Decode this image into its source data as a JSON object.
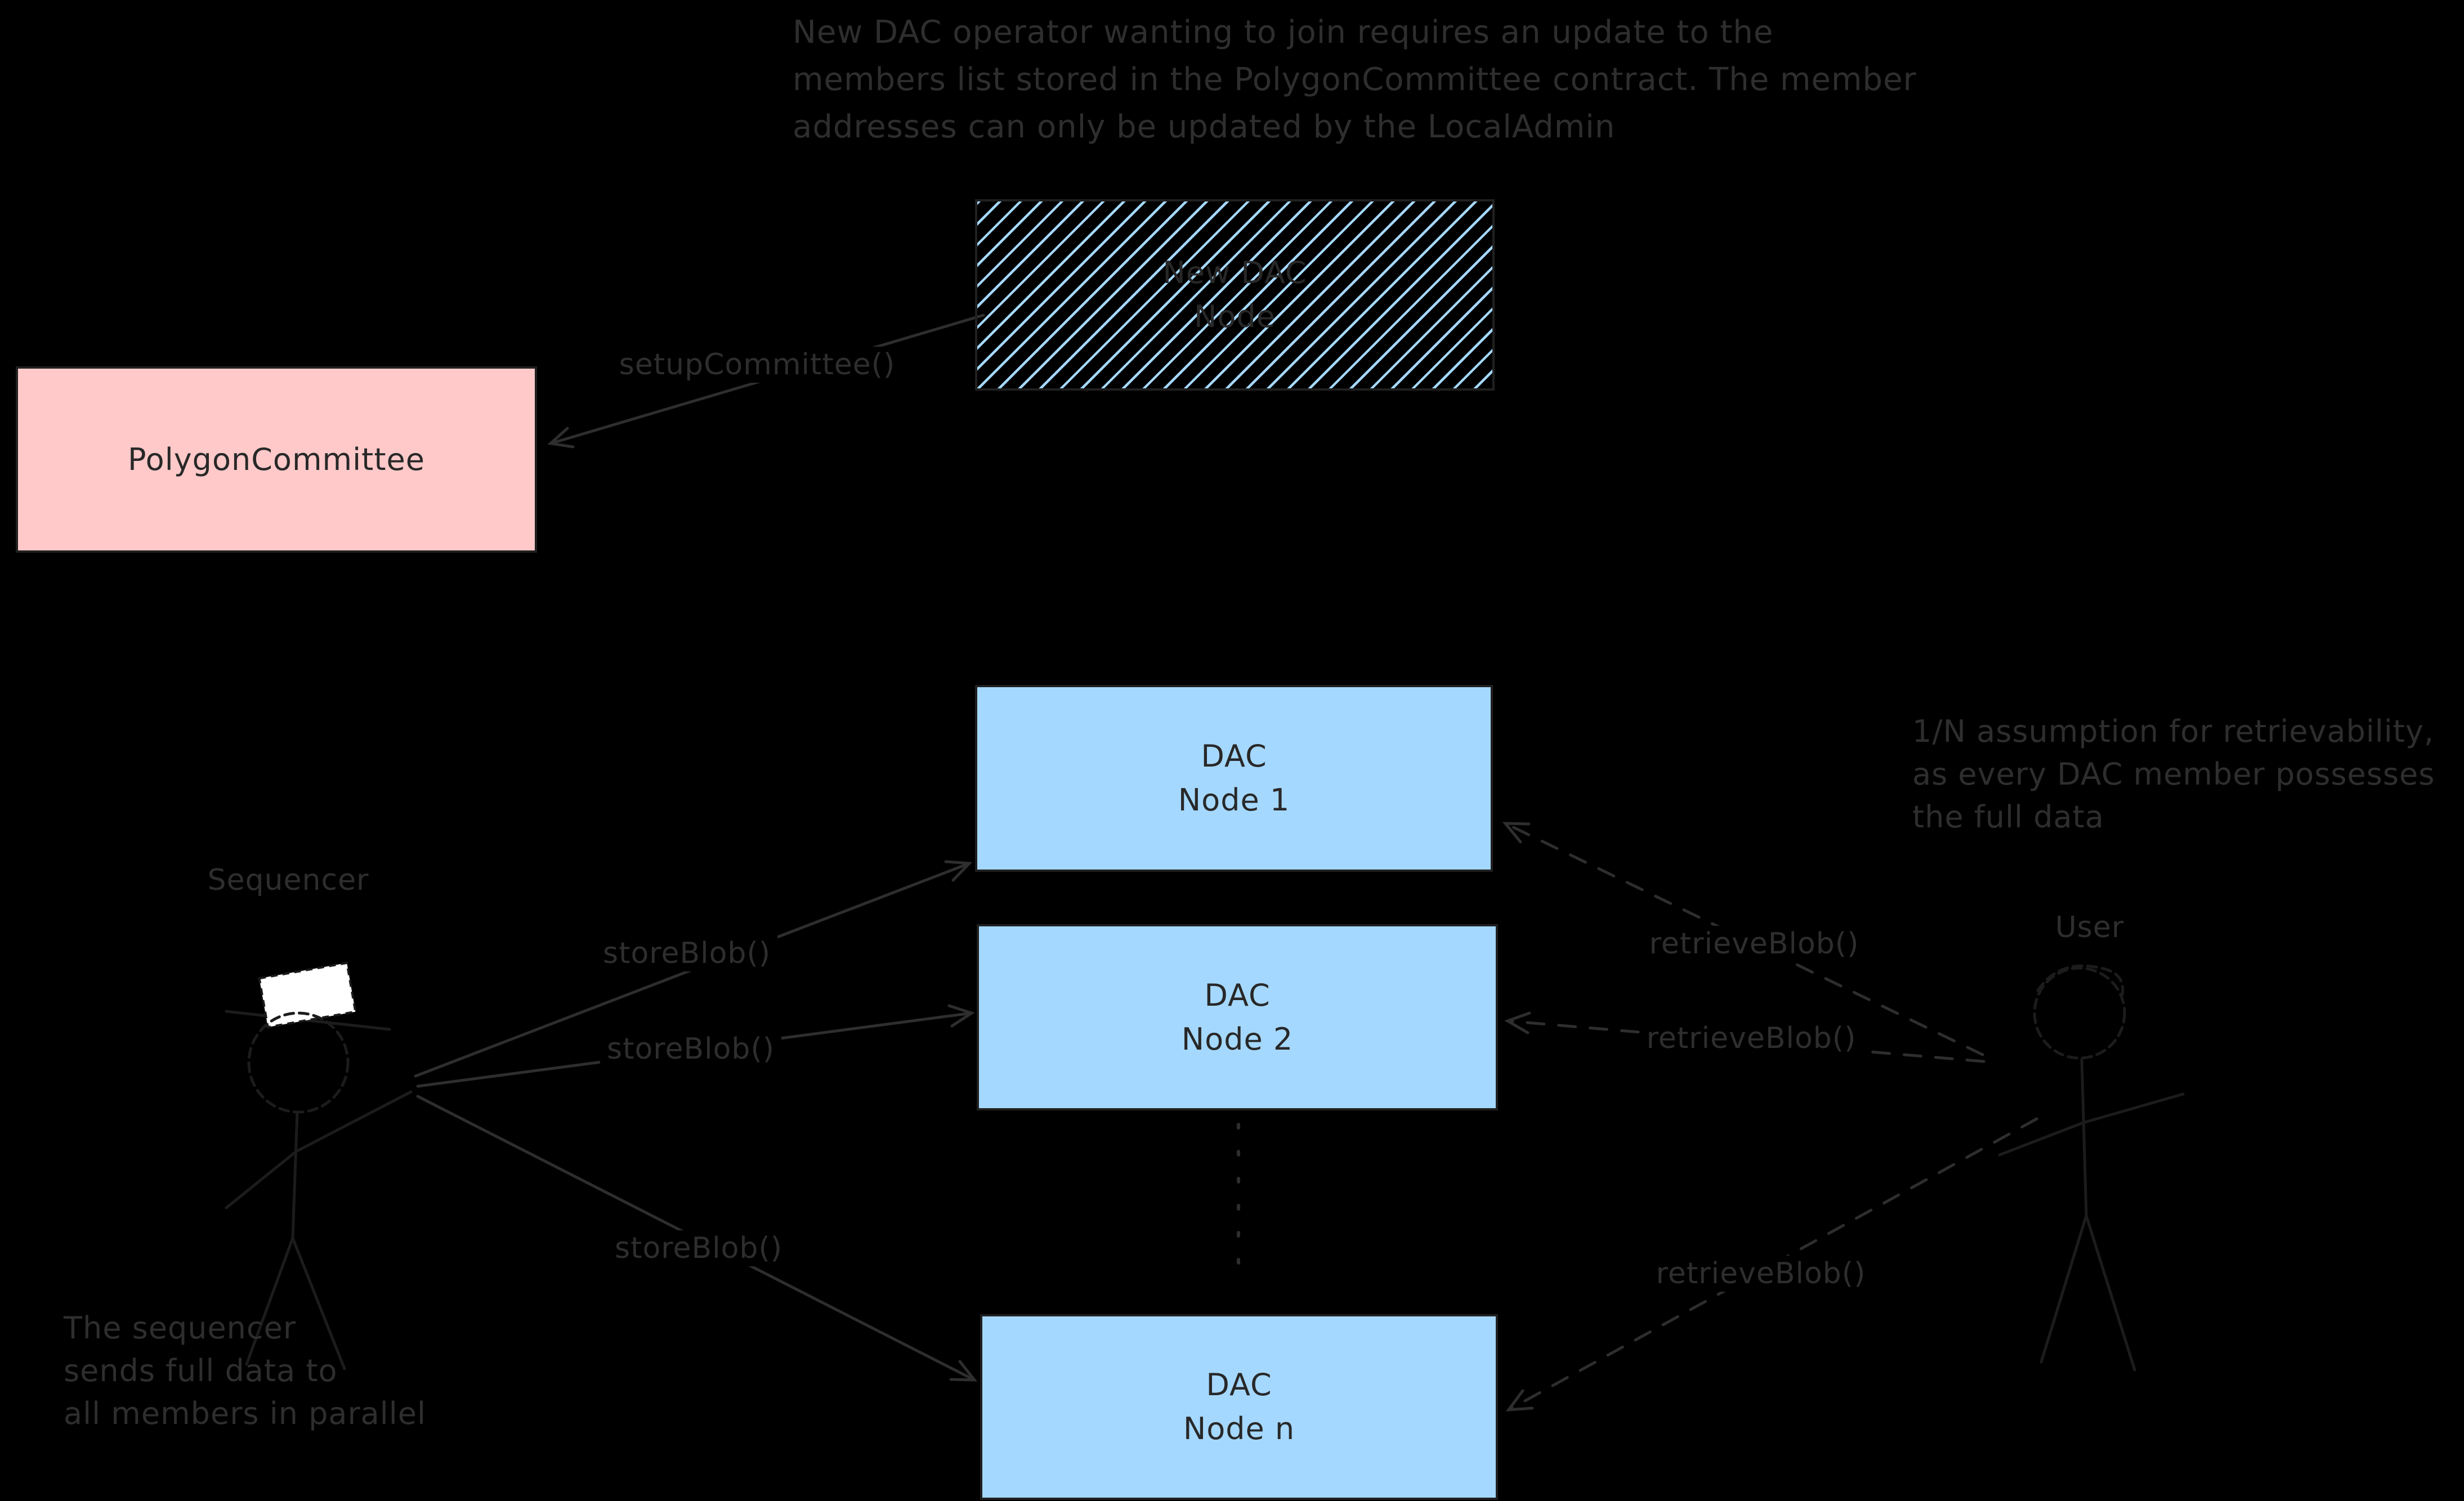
{
  "canvas": {
    "background": "#000000",
    "stroke_color": "#2e2e2e",
    "figure_stroke_color": "#1c1c1c",
    "box_border_color": "#202020",
    "blue_fill": "#a5d8ff",
    "pink_fill": "#ffc9c9",
    "laptop_fill": "#ffffff"
  },
  "annotations": {
    "top": "New DAC operator wanting to join requires an update to the\nmembers list stored in the PolygonCommittee contract. The member\naddresses can only be updated by the LocalAdmin",
    "right": "1/N assumption for retrievability,\nas every DAC member possesses\nthe full data",
    "bottom_left": "The sequencer\nsends full data to\nall members in parallel"
  },
  "nodes": {
    "new_dac_node": {
      "label": "New DAC\nNode",
      "fill": "hachure-light-blue"
    },
    "polygon_committee": {
      "label": "PolygonCommittee",
      "fill": "#ffc9c9"
    },
    "dac_node_1": {
      "label": "DAC\nNode 1",
      "fill": "#a5d8ff"
    },
    "dac_node_2": {
      "label": "DAC\nNode 2",
      "fill": "#a5d8ff"
    },
    "dac_node_n": {
      "label": "DAC\nNode n",
      "fill": "#a5d8ff"
    }
  },
  "actors": {
    "sequencer": {
      "label": "Sequencer"
    },
    "user": {
      "label": "User"
    }
  },
  "edges": {
    "setup_committee": {
      "label": "setupCommittee()",
      "style": "solid-arrow",
      "from": "new-dac-node",
      "to": "polygon-committee"
    },
    "store_blob_1": {
      "label": "storeBlob()",
      "style": "solid-arrow",
      "from": "sequencer",
      "to": "dac-node-1"
    },
    "store_blob_2": {
      "label": "storeBlob()",
      "style": "solid-arrow",
      "from": "sequencer",
      "to": "dac-node-2"
    },
    "store_blob_n": {
      "label": "storeBlob()",
      "style": "solid-arrow",
      "from": "sequencer",
      "to": "dac-node-n"
    },
    "retrieve_blob_1": {
      "label": "retrieveBlob()",
      "style": "dashed-arrow",
      "from": "user",
      "to": "dac-node-1"
    },
    "retrieve_blob_2": {
      "label": "retrieveBlob()",
      "style": "dashed-arrow",
      "from": "user",
      "to": "dac-node-2"
    },
    "retrieve_blob_n": {
      "label": "retrieveBlob()",
      "style": "dashed-arrow",
      "from": "user",
      "to": "dac-node-n"
    },
    "node2_noden_connector": {
      "label": "",
      "style": "dotted-line",
      "from": "dac-node-2",
      "to": "dac-node-n"
    }
  }
}
